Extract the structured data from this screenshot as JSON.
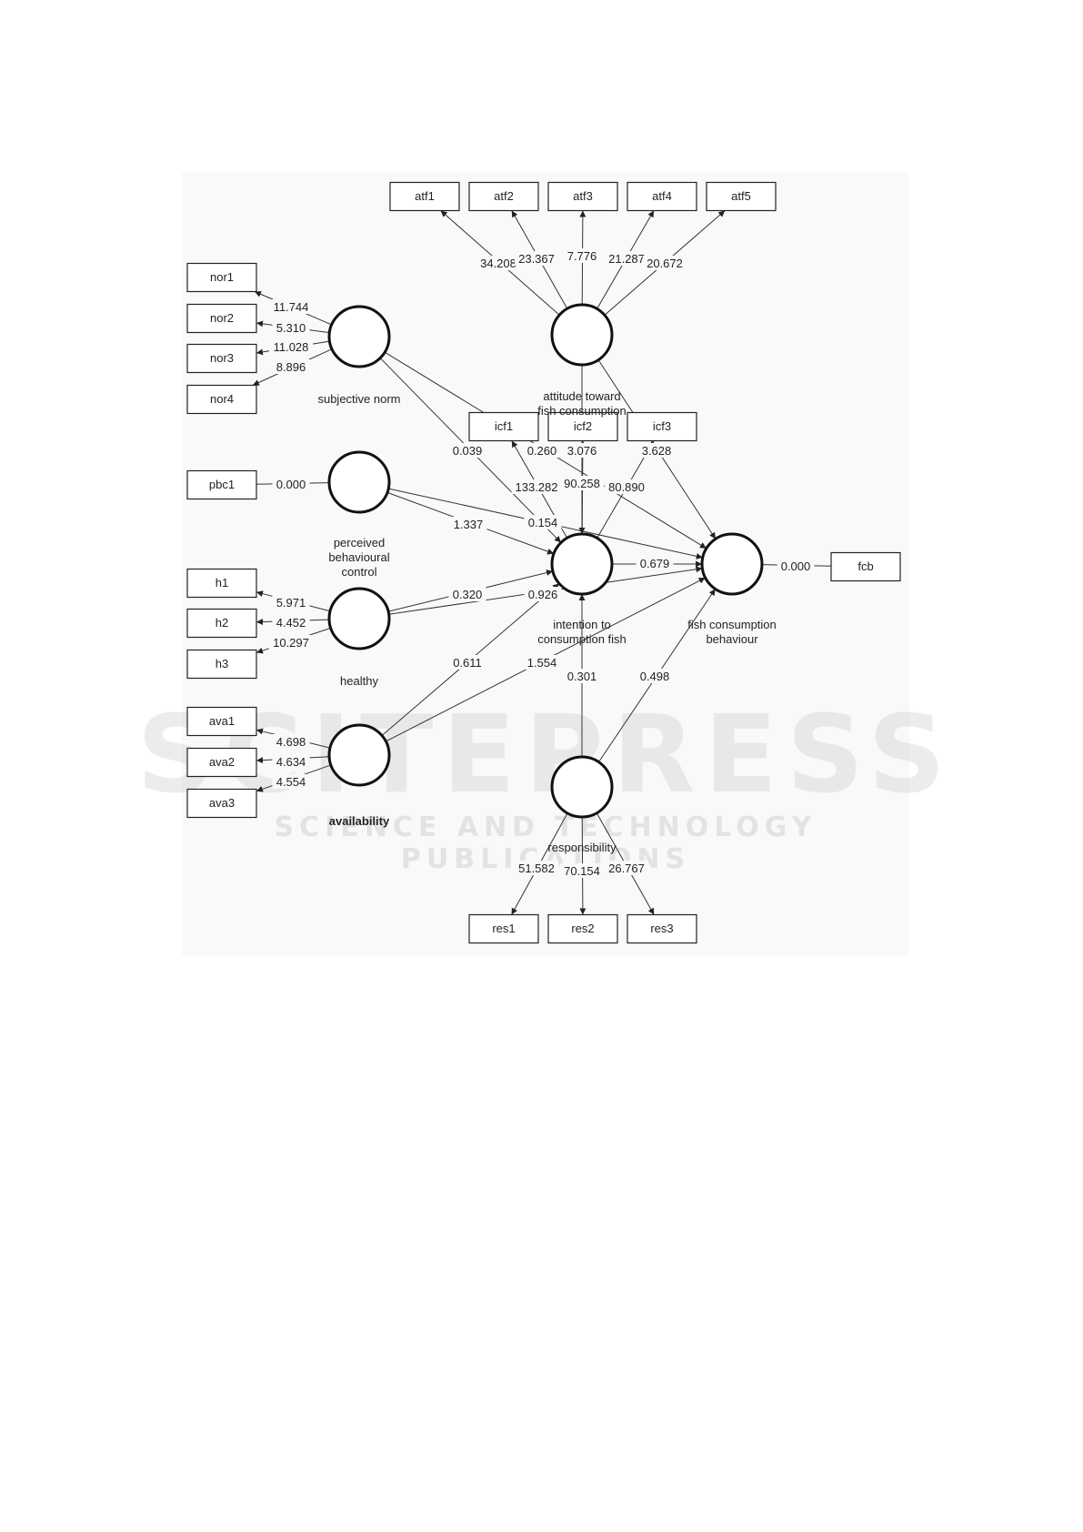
{
  "watermark": {
    "title": "SCITEPRESS",
    "subtitle": "SCIENCE AND TECHNOLOGY PUBLICATIONS"
  },
  "constructs": [
    {
      "id": "subjective-norm",
      "lines": [
        "subjective norm"
      ]
    },
    {
      "id": "perceived-behavioural-control",
      "lines": [
        "perceived",
        "behavioural",
        "control"
      ]
    },
    {
      "id": "healthy",
      "lines": [
        "healthy"
      ]
    },
    {
      "id": "availability",
      "lines": [
        "availability"
      ]
    },
    {
      "id": "attitude",
      "lines": [
        "attitude toward",
        "fish consumption"
      ]
    },
    {
      "id": "intention",
      "lines": [
        "intention to",
        "consumption fish"
      ]
    },
    {
      "id": "behaviour",
      "lines": [
        "fish consumption",
        "behaviour"
      ]
    },
    {
      "id": "responsibility",
      "lines": [
        "responsibility"
      ]
    }
  ],
  "indicators": [
    {
      "id": "atf1",
      "label": "atf1",
      "construct": "attitude",
      "weight": "34.208"
    },
    {
      "id": "atf2",
      "label": "atf2",
      "construct": "attitude",
      "weight": "23.367"
    },
    {
      "id": "atf3",
      "label": "atf3",
      "construct": "attitude",
      "weight": "7.776"
    },
    {
      "id": "atf4",
      "label": "atf4",
      "construct": "attitude",
      "weight": "21.287"
    },
    {
      "id": "atf5",
      "label": "atf5",
      "construct": "attitude",
      "weight": "20.672"
    },
    {
      "id": "nor1",
      "label": "nor1",
      "construct": "subjective-norm",
      "weight": "11.744"
    },
    {
      "id": "nor2",
      "label": "nor2",
      "construct": "subjective-norm",
      "weight": "5.310"
    },
    {
      "id": "nor3",
      "label": "nor3",
      "construct": "subjective-norm",
      "weight": "11.028"
    },
    {
      "id": "nor4",
      "label": "nor4",
      "construct": "subjective-norm",
      "weight": "8.896"
    },
    {
      "id": "pbc1",
      "label": "pbc1",
      "construct": "perceived-behavioural-control",
      "weight": "0.000"
    },
    {
      "id": "h1",
      "label": "h1",
      "construct": "healthy",
      "weight": "5.971"
    },
    {
      "id": "h2",
      "label": "h2",
      "construct": "healthy",
      "weight": "4.452"
    },
    {
      "id": "h3",
      "label": "h3",
      "construct": "healthy",
      "weight": "10.297"
    },
    {
      "id": "ava1",
      "label": "ava1",
      "construct": "availability",
      "weight": "4.698"
    },
    {
      "id": "ava2",
      "label": "ava2",
      "construct": "availability",
      "weight": "4.634"
    },
    {
      "id": "ava3",
      "label": "ava3",
      "construct": "availability",
      "weight": "4.554"
    },
    {
      "id": "icf1",
      "label": "icf1",
      "construct": "intention",
      "weight": "133.282"
    },
    {
      "id": "icf2",
      "label": "icf2",
      "construct": "intention",
      "weight": "90.258"
    },
    {
      "id": "icf3",
      "label": "icf3",
      "construct": "intention",
      "weight": "80.890"
    },
    {
      "id": "fcb",
      "label": "fcb",
      "construct": "behaviour",
      "weight": "0.000"
    },
    {
      "id": "res1",
      "label": "res1",
      "construct": "responsibility",
      "weight": "51.582"
    },
    {
      "id": "res2",
      "label": "res2",
      "construct": "responsibility",
      "weight": "70.154"
    },
    {
      "id": "res3",
      "label": "res3",
      "construct": "responsibility",
      "weight": "26.767"
    }
  ],
  "paths": [
    {
      "from": "subjective-norm",
      "to": "intention",
      "value": "0.154"
    },
    {
      "from": "subjective-norm",
      "to": "behaviour",
      "value": "0.039"
    },
    {
      "from": "perceived-behavioural-control",
      "to": "intention",
      "value": "1.337"
    },
    {
      "from": "perceived-behavioural-control",
      "to": "behaviour",
      "value": "0.260"
    },
    {
      "from": "healthy",
      "to": "intention",
      "value": "0.320"
    },
    {
      "from": "healthy",
      "to": "behaviour",
      "value": "0.926"
    },
    {
      "from": "availability",
      "to": "intention",
      "value": "0.611"
    },
    {
      "from": "availability",
      "to": "behaviour",
      "value": "1.554"
    },
    {
      "from": "attitude",
      "to": "intention",
      "value": "3.076"
    },
    {
      "from": "attitude",
      "to": "behaviour",
      "value": "3.628"
    },
    {
      "from": "intention",
      "to": "behaviour",
      "value": "0.679"
    },
    {
      "from": "responsibility",
      "to": "intention",
      "value": "0.301"
    },
    {
      "from": "responsibility",
      "to": "behaviour",
      "value": "0.498"
    }
  ]
}
